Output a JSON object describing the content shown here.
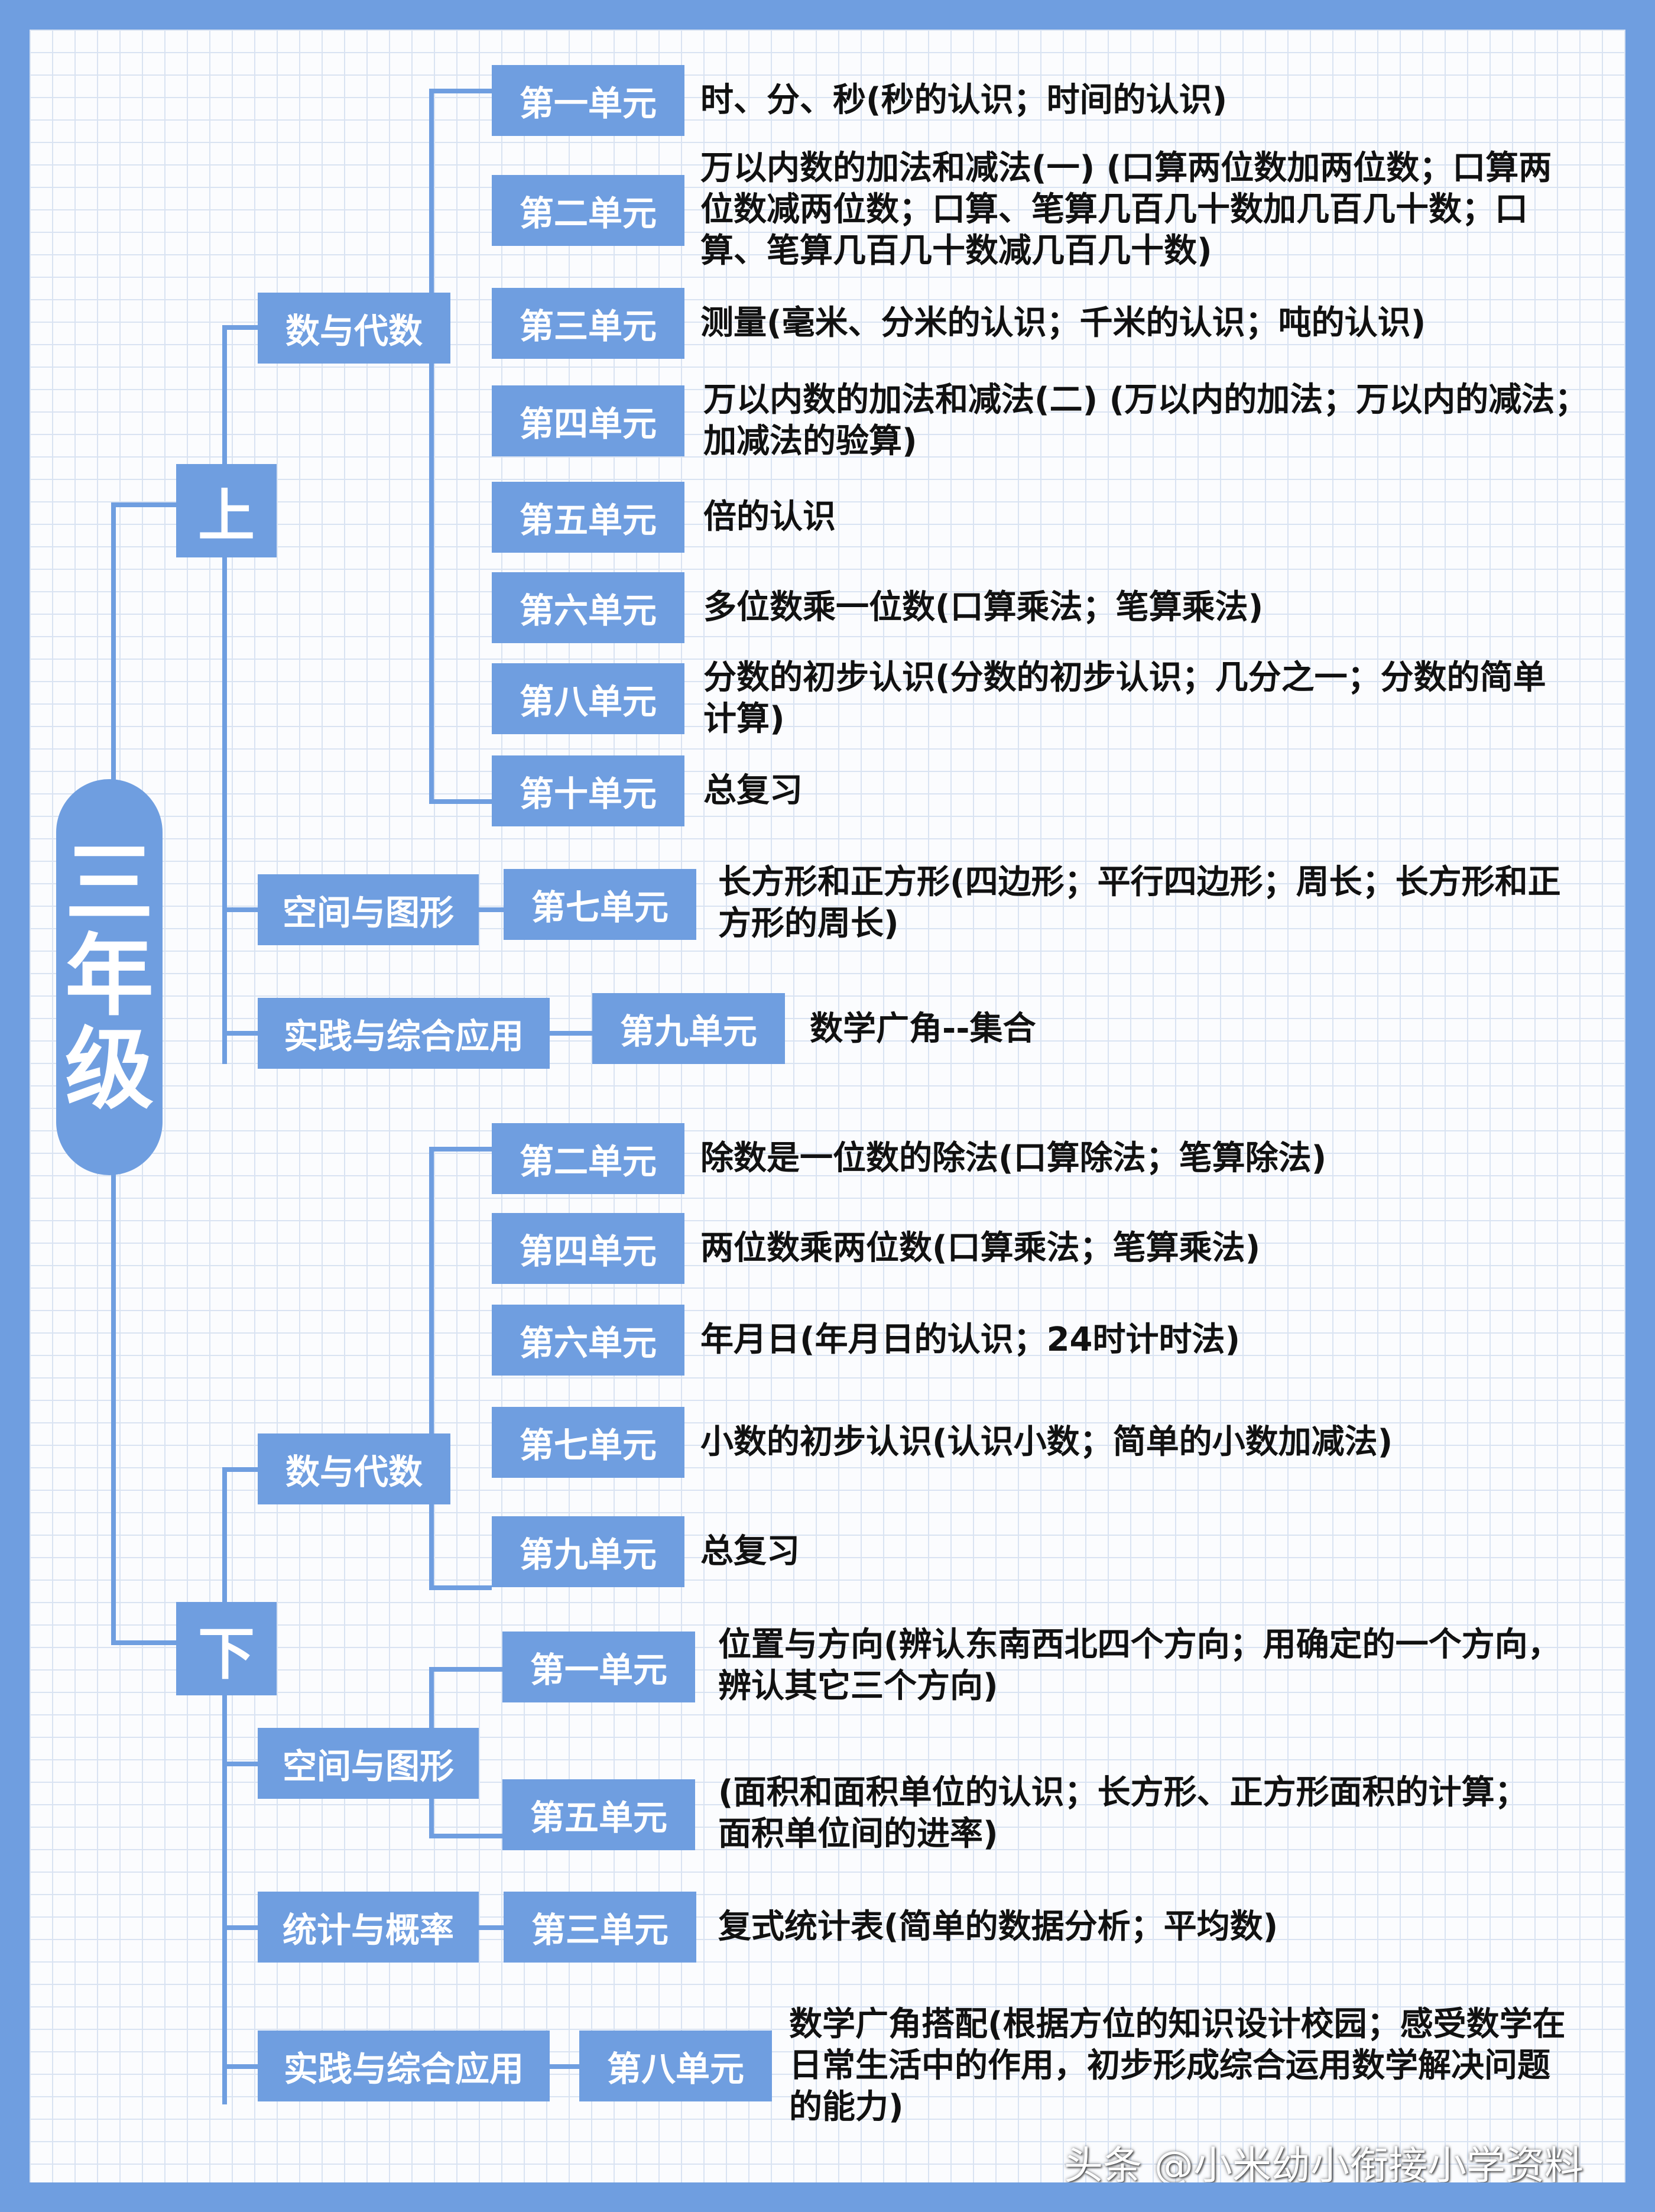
{
  "grade_label": "三年级",
  "terms": [
    {
      "label": "上",
      "categories": [
        {
          "label": "数与代数",
          "units": [
            {
              "unit": "第一单元",
              "content": "时、分、秒(秒的认识；时间的认识)"
            },
            {
              "unit": "第二单元",
              "content": "万以内数的加法和减法(一) (口算两位数加两位数；口算两\n位数减两位数；口算、笔算几百几十数加几百几十数；口\n算、笔算几百几十数减几百几十数)"
            },
            {
              "unit": "第三单元",
              "content": "测量(毫米、分米的认识；千米的认识；吨的认识)"
            },
            {
              "unit": "第四单元",
              "content": "万以内数的加法和减法(二) (万以内的加法；万以内的减法；\n加减法的验算)"
            },
            {
              "unit": "第五单元",
              "content": "倍的认识"
            },
            {
              "unit": "第六单元",
              "content": "多位数乘一位数(口算乘法；笔算乘法)"
            },
            {
              "unit": "第八单元",
              "content": "分数的初步认识(分数的初步认识；几分之一；分数的简单\n计算)"
            },
            {
              "unit": "第十单元",
              "content": "总复习"
            }
          ]
        },
        {
          "label": "空间与图形",
          "units": [
            {
              "unit": "第七单元",
              "content": "长方形和正方形(四边形；平行四边形；周长；长方形和正\n方形的周长)"
            }
          ]
        },
        {
          "label": "实践与综合应用",
          "units": [
            {
              "unit": "第九单元",
              "content": "数学广角--集合"
            }
          ]
        }
      ]
    },
    {
      "label": "下",
      "categories": [
        {
          "label": "数与代数",
          "units": [
            {
              "unit": "第二单元",
              "content": "除数是一位数的除法(口算除法；笔算除法)"
            },
            {
              "unit": "第四单元",
              "content": "两位数乘两位数(口算乘法；笔算乘法)"
            },
            {
              "unit": "第六单元",
              "content": "年月日(年月日的认识；24时计时法)"
            },
            {
              "unit": "第七单元",
              "content": "小数的初步认识(认识小数；简单的小数加减法)"
            },
            {
              "unit": "第九单元",
              "content": "总复习"
            }
          ]
        },
        {
          "label": "空间与图形",
          "units": [
            {
              "unit": "第一单元",
              "content": "位置与方向(辨认东南西北四个方向；用确定的一个方向，\n辨认其它三个方向)"
            },
            {
              "unit": "第五单元",
              "content": "(面积和面积单位的认识；长方形、正方形面积的计算；\n面积单位间的进率)"
            }
          ]
        },
        {
          "label": "统计与概率",
          "units": [
            {
              "unit": "第三单元",
              "content": "复式统计表(简单的数据分析；平均数)"
            }
          ]
        },
        {
          "label": "实践与综合应用",
          "units": [
            {
              "unit": "第八单元",
              "content": "数学广角搭配(根据方位的知识设计校园；感受数学在\n日常生活中的作用，初步形成综合运用数学解决问题\n的能力)"
            }
          ]
        }
      ]
    }
  ],
  "watermark": "头条 @小米幼小衔接小学资料",
  "colors": {
    "accent": "#6f9ee0",
    "grid": "#d9e3f2",
    "text": "#111111",
    "background": "#fbfcfe"
  }
}
